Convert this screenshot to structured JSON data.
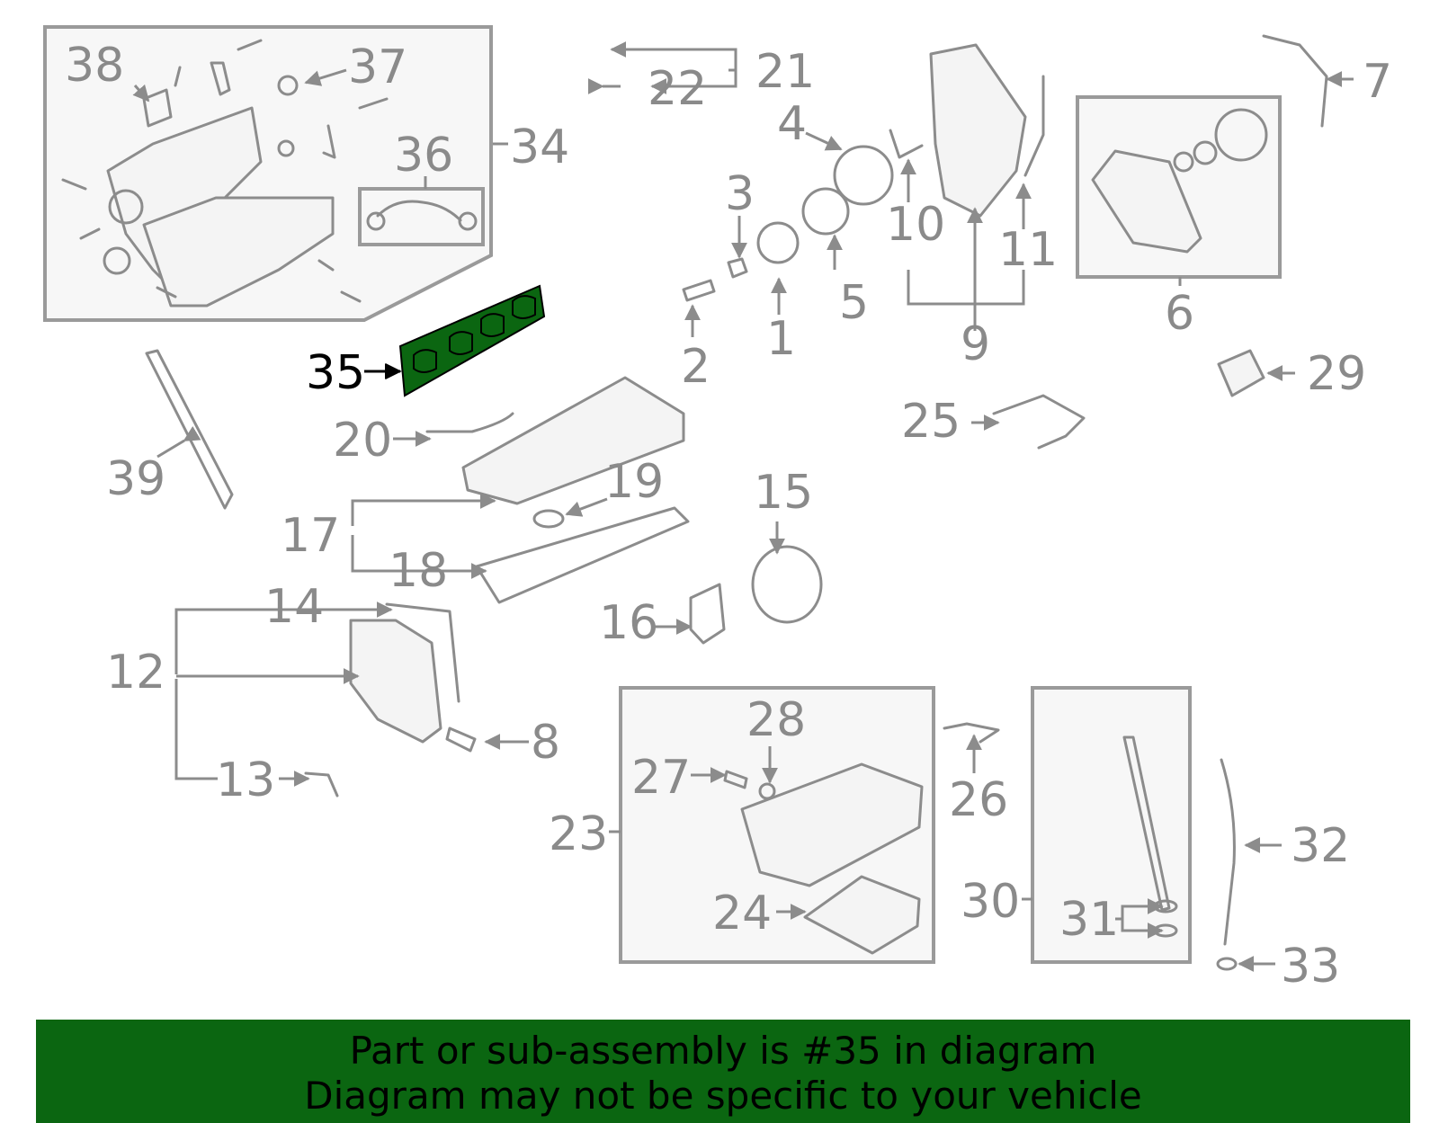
{
  "diagram": {
    "highlight_color": "#0b6611",
    "highlighted_part": "35",
    "labels": {
      "p1": "1",
      "p2": "2",
      "p3": "3",
      "p4": "4",
      "p5": "5",
      "p6": "6",
      "p7": "7",
      "p8": "8",
      "p9": "9",
      "p10": "10",
      "p11": "11",
      "p12": "12",
      "p13": "13",
      "p14": "14",
      "p15": "15",
      "p16": "16",
      "p17": "17",
      "p18": "18",
      "p19": "19",
      "p20": "20",
      "p21": "21",
      "p22": "22",
      "p23": "23",
      "p24": "24",
      "p25": "25",
      "p26": "26",
      "p27": "27",
      "p28": "28",
      "p29": "29",
      "p30": "30",
      "p31": "31",
      "p32": "32",
      "p33": "33",
      "p34": "34",
      "p35": "35",
      "p36": "36",
      "p37": "37",
      "p38": "38",
      "p39": "39"
    }
  },
  "banner": {
    "line1": "Part or sub-assembly is #35 in diagram",
    "line2": "Diagram may not be specific to your vehicle",
    "background": "#0b6611"
  }
}
